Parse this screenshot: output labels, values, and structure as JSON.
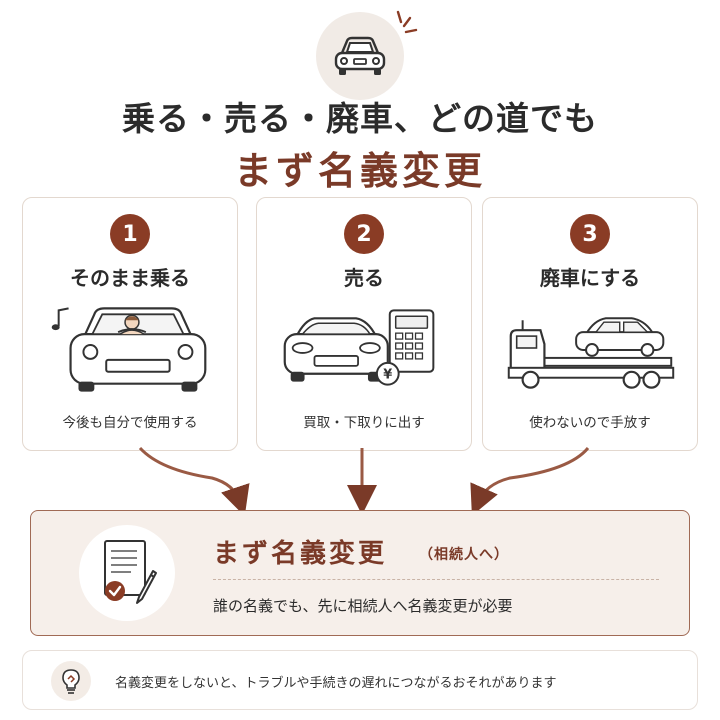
{
  "header": {
    "title_line1": "乗る・売る・廃車、どの道でも",
    "title_line2": "まず名義変更",
    "icon": "car-icon"
  },
  "options": [
    {
      "number": "1",
      "title": "そのまま乗る",
      "description": "今後も自分で使用する",
      "icon": "driving-car-icon"
    },
    {
      "number": "2",
      "title": "売る",
      "description": "買取・下取りに出す",
      "icon": "car-calculator-icon"
    },
    {
      "number": "3",
      "title": "廃車にする",
      "description": "使わないので手放す",
      "icon": "tow-truck-icon"
    }
  ],
  "main_step": {
    "title": "まず名義変更",
    "subtitle": "（相続人へ）",
    "description": "誰の名義でも、先に相続人へ名義変更が必要",
    "icon": "document-pen-icon"
  },
  "note": {
    "text": "名義変更をしないと、トラブルや手続きの遅れにつながるおそれがあります",
    "icon": "lightbulb-icon"
  },
  "colors": {
    "accent": "#7a3a28",
    "badge": "#8a3c25",
    "main_box_bg": "#f6efea",
    "card_border": "#e3d8cf"
  }
}
